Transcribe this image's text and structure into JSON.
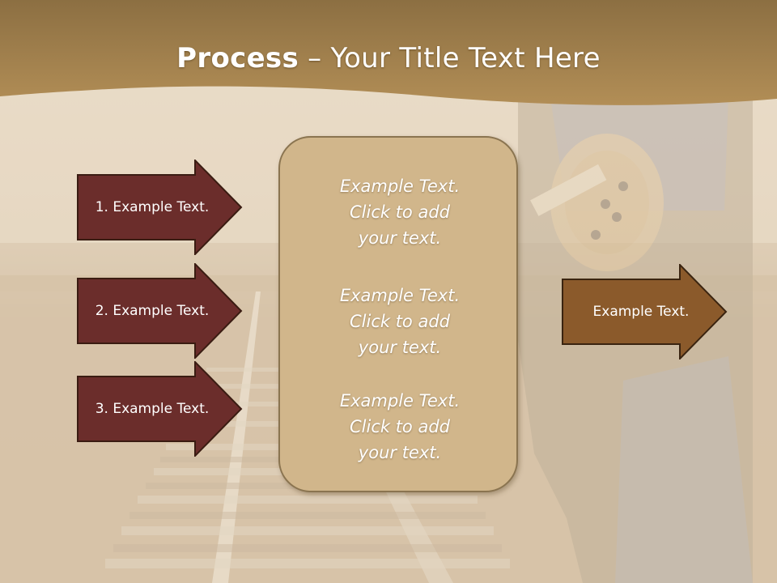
{
  "colors": {
    "header": "#a8844c",
    "left_arrow_fill": "#6b2d2b",
    "right_arrow_fill": "#8b5a2b",
    "center_box_fill": "#d1b68b"
  },
  "title": {
    "bold": "Process",
    "rest": " – Your Title Text Here"
  },
  "left_arrows": [
    {
      "label": "1. Example Text."
    },
    {
      "label": "2. Example Text."
    },
    {
      "label": "3. Example Text."
    }
  ],
  "center_box": {
    "paragraphs": [
      {
        "line1": "Example Text.",
        "line2": "Click  to add",
        "line3": "your text."
      },
      {
        "line1": "Example Text.",
        "line2": "Click  to add",
        "line3": "your text."
      },
      {
        "line1": "Example Text.",
        "line2": "Click  to add",
        "line3": "your text."
      }
    ]
  },
  "right_arrow": {
    "label": "Example Text."
  }
}
